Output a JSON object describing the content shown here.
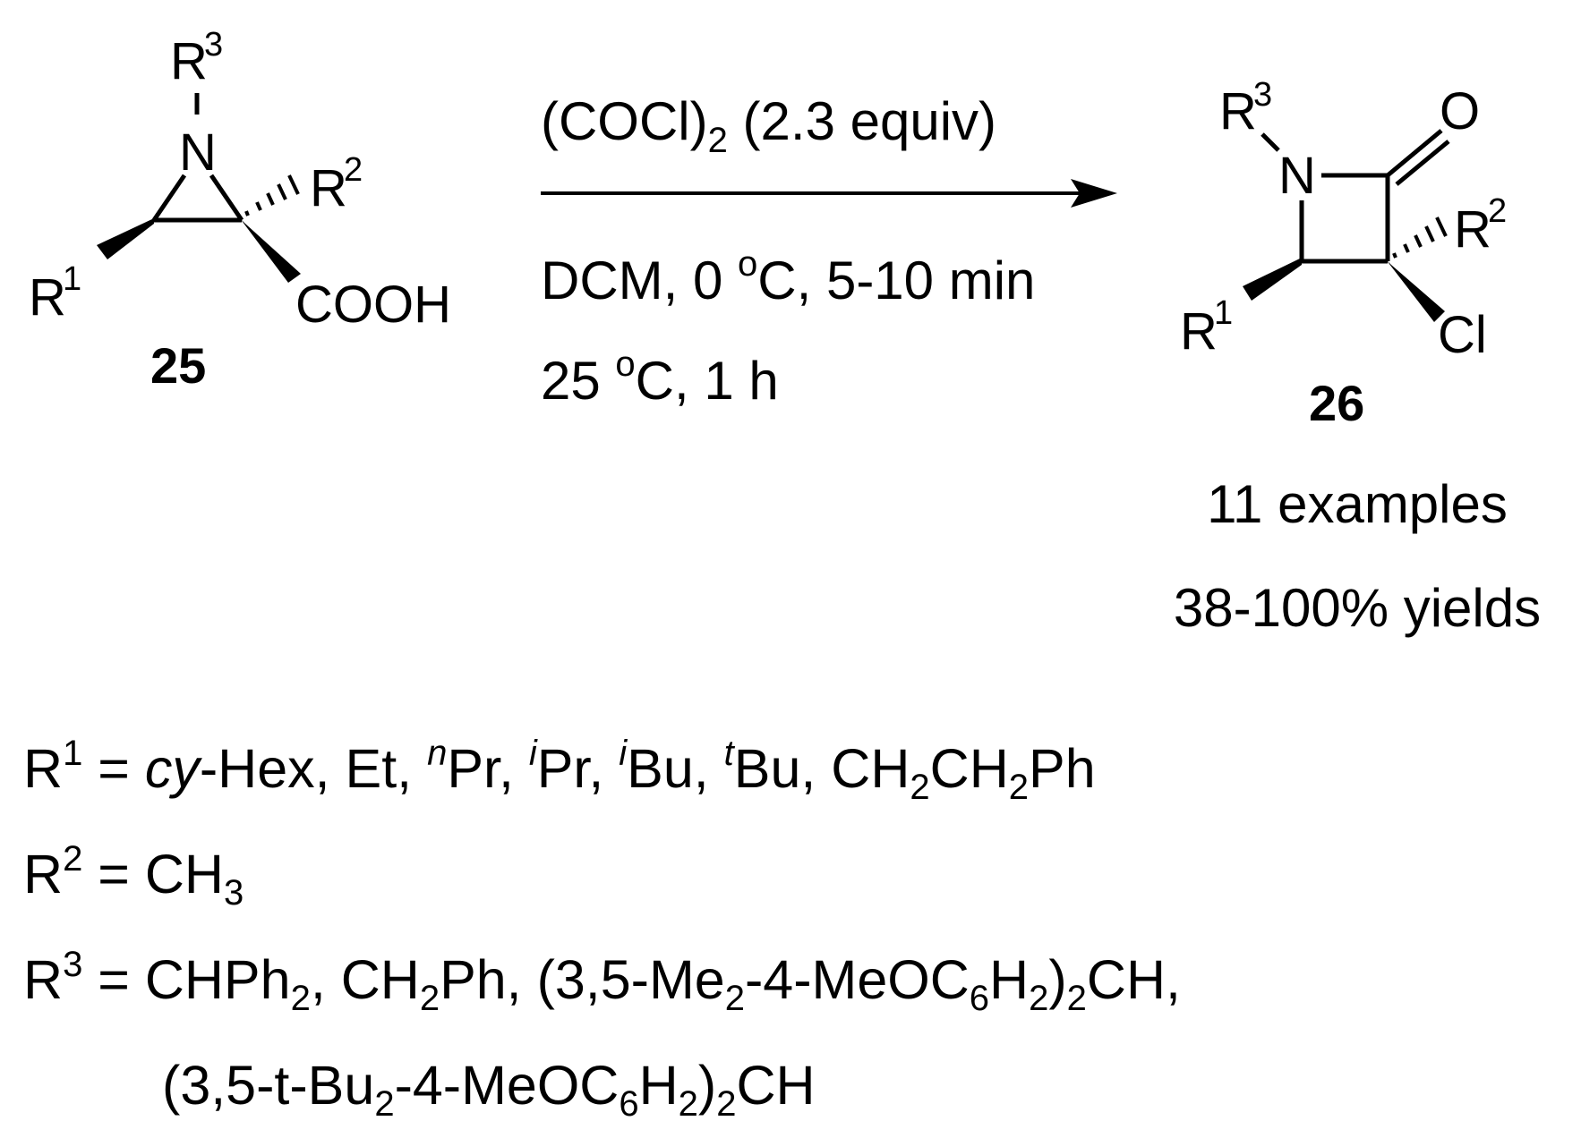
{
  "reactant": {
    "r3": "R",
    "r3_sup": "3",
    "n": "N",
    "r2": "R",
    "r2_sup": "2",
    "r1": "R",
    "r1_sup": "1",
    "cooh": "COOH",
    "number": "25"
  },
  "conditions": {
    "above": "(COCl)",
    "above_sub": "2",
    "above_rest": " (2.3 equiv)",
    "line1_a": "DCM, 0 ",
    "line1_sup": "o",
    "line1_b": "C, 5-10 min",
    "line2_a": "25 ",
    "line2_sup": "o",
    "line2_b": "C, 1 h"
  },
  "product": {
    "r3": "R",
    "r3_sup": "3",
    "n": "N",
    "o": "O",
    "r2": "R",
    "r2_sup": "2",
    "r1": "R",
    "r1_sup": "1",
    "cl": "Cl",
    "number": "26",
    "examples": "11  examples",
    "yields": "38-100% yields"
  },
  "definitions": {
    "r1": {
      "R": "R",
      "sup1": "1",
      "eq": " = ",
      "cy": "cy",
      "hex": "-Hex, Et, ",
      "n": "n",
      "pr1": "Pr, ",
      "i1": "i",
      "pr2": "Pr, ",
      "i2": "i",
      "bu1": "Bu, ",
      "t": "t",
      "bu2": "Bu, CH",
      "s2a": "2",
      "ch": "CH",
      "s2b": "2",
      "ph": "Ph"
    },
    "r2": {
      "R": "R",
      "sup": "2",
      "eq": " = CH",
      "sub": "3"
    },
    "r3": {
      "R": "R",
      "sup": "3",
      "eq": " = CHPh",
      "s1": "2",
      "a": ", CH",
      "s2": "2",
      "b": "Ph, (3,5-Me",
      "s3": "2",
      "c": "-4-MeOC",
      "s4": "6",
      "d": "H",
      "s5": "2",
      "e": ")",
      "s6": "2",
      "f": "CH,"
    },
    "r3_cont": {
      "a": "(3,5-t-Bu",
      "s1": "2",
      "b": "-4-MeOC",
      "s2": "6",
      "c": "H",
      "s3": "2",
      "d": ")",
      "s4": "2",
      "e": "CH"
    }
  }
}
